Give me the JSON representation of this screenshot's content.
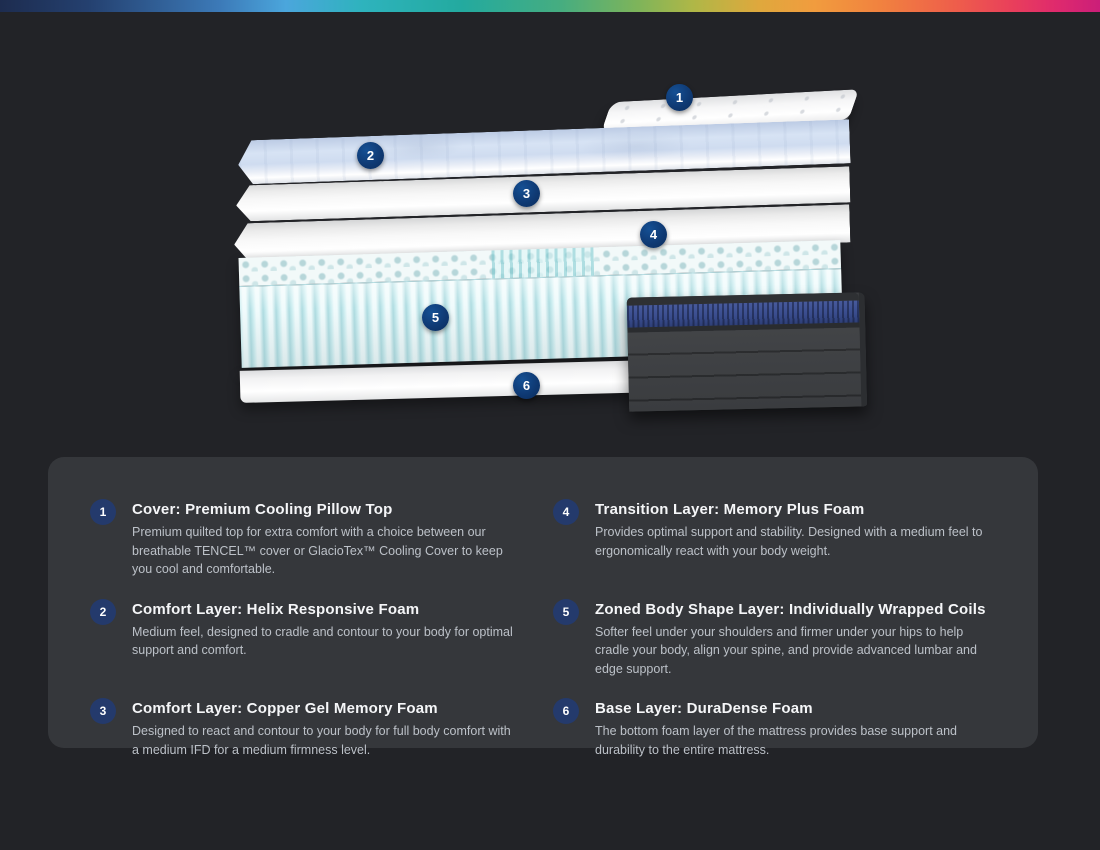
{
  "colors": {
    "page_background": "#222327",
    "card_background": "#35373b",
    "badge_navy_diagram": "#0f3a74",
    "badge_navy_card": "#243a6c",
    "rainbow_gradient": [
      "#1d2c4f",
      "#24406f",
      "#3c7ab8",
      "#4ba6dc",
      "#2eb3bd",
      "#23aa9f",
      "#46ad80",
      "#7eb45a",
      "#afb747",
      "#dfa83d",
      "#f19c3e",
      "#f1823f",
      "#ee5d4b",
      "#e93f5b",
      "#df2a6d",
      "#cb1e79"
    ]
  },
  "diagram": {
    "badges": [
      "1",
      "2",
      "3",
      "4",
      "5",
      "6"
    ],
    "layers": [
      "pillow-top-panel",
      "blue-comfort-foam-sheet",
      "white-foam-sheet",
      "white-foam-sheet",
      "wrapped-coil-unit",
      "base-foam-sheet",
      "finished-mattress-corner"
    ]
  },
  "legend": {
    "items": [
      {
        "number": "1",
        "title": "Cover: Premium Cooling Pillow Top",
        "description": "Premium quilted top for extra comfort with a choice between our breathable TENCEL™ cover or GlacioTex™ Cooling Cover to keep you cool and comfortable."
      },
      {
        "number": "2",
        "title": "Comfort Layer: Helix Responsive Foam",
        "description": "Medium feel, designed to cradle and contour to your body for optimal support and comfort."
      },
      {
        "number": "3",
        "title": "Comfort Layer: Copper Gel Memory Foam",
        "description": "Designed to react and contour to your body for full body comfort with a medium IFD for a medium firmness level."
      },
      {
        "number": "4",
        "title": "Transition Layer: Memory Plus Foam",
        "description": "Provides optimal support and stability. Designed with a medium feel to ergonomically react with your body weight."
      },
      {
        "number": "5",
        "title": "Zoned Body Shape Layer: Individually Wrapped Coils",
        "description": "Softer feel under your shoulders and firmer under your hips to help cradle your body, align your spine, and provide advanced lumbar and edge support."
      },
      {
        "number": "6",
        "title": "Base Layer: DuraDense Foam",
        "description": "The bottom foam layer of the mattress provides base support and durability to the entire mattress."
      }
    ]
  }
}
